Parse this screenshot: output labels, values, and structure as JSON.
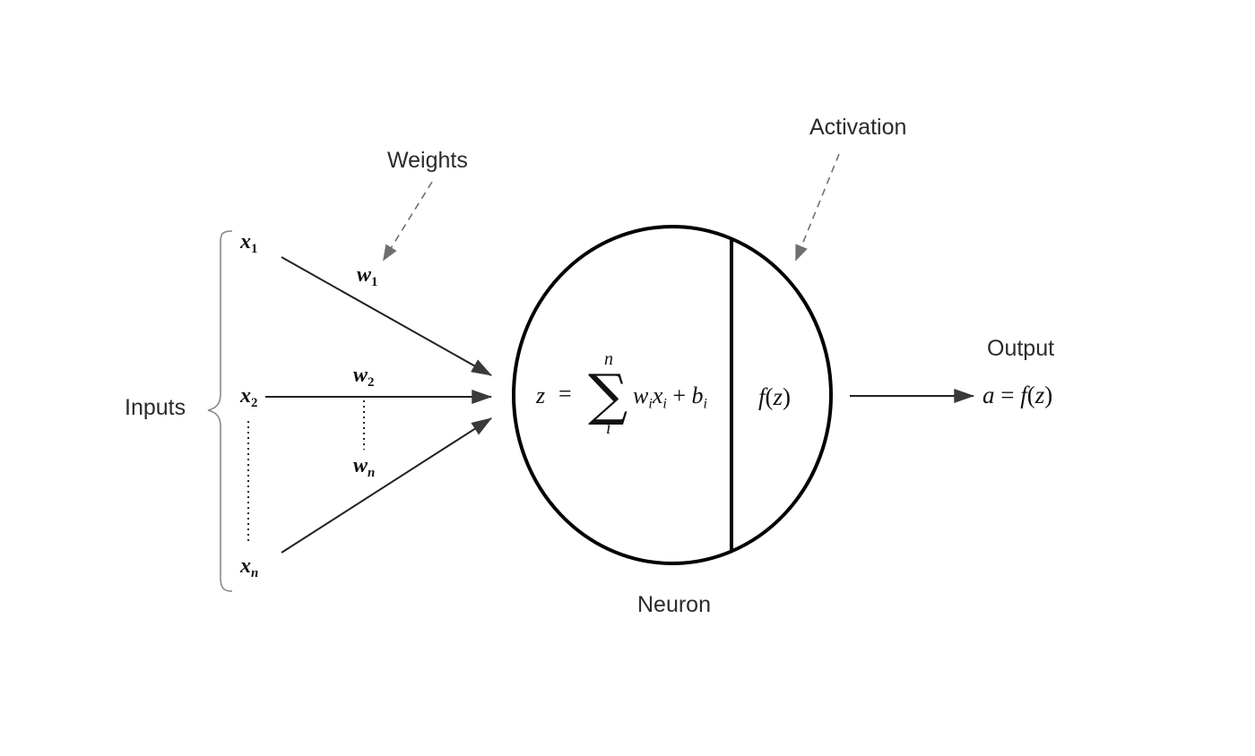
{
  "labels": {
    "weights": "Weights",
    "activation": "Activation",
    "inputs": "Inputs",
    "output": "Output",
    "neuron": "Neuron"
  },
  "inputs": [
    {
      "sym": "x",
      "sub": "1"
    },
    {
      "sym": "x",
      "sub": "2"
    },
    {
      "sym": "x",
      "sub": "n"
    }
  ],
  "weights": [
    {
      "sym": "w",
      "sub": "1"
    },
    {
      "sym": "w",
      "sub": "2"
    },
    {
      "sym": "w",
      "sub": "n"
    }
  ],
  "formula": {
    "lhs": "z",
    "eq": "=",
    "sum_upper": "n",
    "sum_lower": "i",
    "w": "w",
    "w_sub": "i",
    "x": "x",
    "x_sub": "i",
    "plus": "+",
    "b": "b",
    "b_sub": "i"
  },
  "activation_fn": {
    "f": "f",
    "open": "(",
    "z": "z",
    "close": ")"
  },
  "output_eq": {
    "a": "a",
    "eq": "=",
    "f": "f",
    "open": "(",
    "z": "z",
    "close": ")"
  },
  "colors": {
    "line": "#000000",
    "arrow": "#3a3a3a",
    "dashed": "#707070",
    "text": "#2b2b2b"
  }
}
